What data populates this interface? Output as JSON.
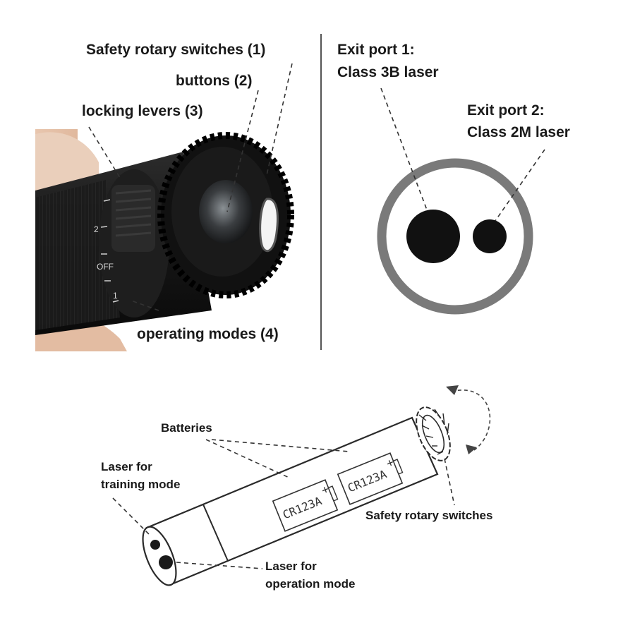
{
  "photo_labels": {
    "safety_rotary_switches": "Safety rotary switches (1)",
    "buttons": "buttons (2)",
    "locking_levers": "locking levers (3)",
    "operating_modes": "operating modes (4)"
  },
  "dial_marks": {
    "two": "2",
    "off": "OFF",
    "one": "1"
  },
  "exit_ports": {
    "port1_line1": "Exit port 1:",
    "port1_line2": "Class 3B laser",
    "port2_line1": "Exit port 2:",
    "port2_line2": "Class 2M laser"
  },
  "schematic_labels": {
    "batteries": "Batteries",
    "laser_training_line1": "Laser for",
    "laser_training_line2": "training mode",
    "safety_rotary_switches": "Safety rotary switches",
    "laser_operation_line1": "Laser for",
    "laser_operation_line2": "operation mode"
  },
  "battery_cells": [
    {
      "model": "CR123A",
      "polarity": "+"
    },
    {
      "model": "CR123A",
      "polarity": "+"
    }
  ]
}
